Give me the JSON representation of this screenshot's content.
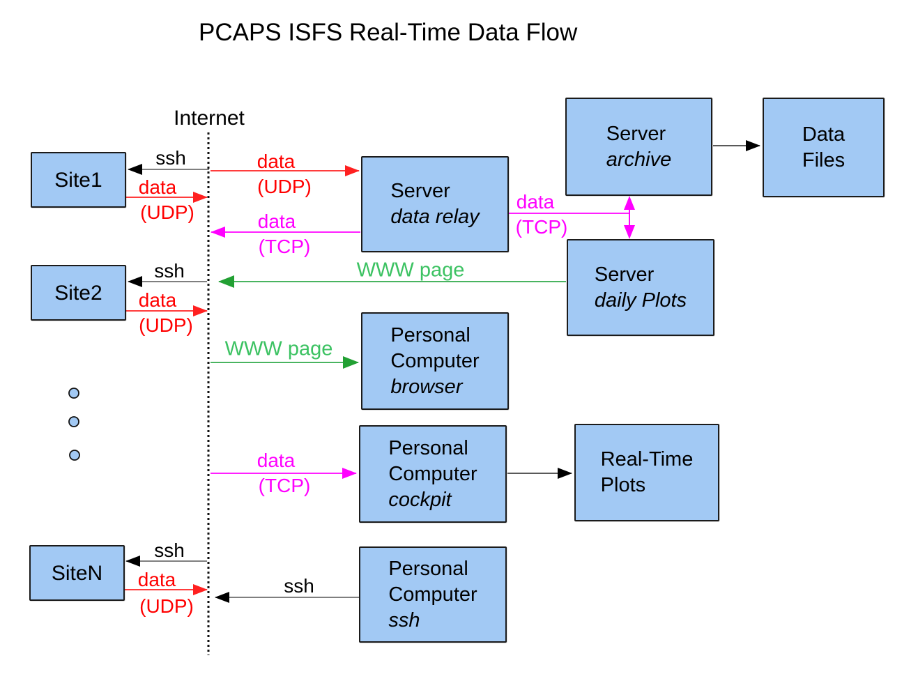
{
  "title": "PCAPS ISFS Real-Time Data Flow",
  "internet": {
    "label": "Internet"
  },
  "nodes": {
    "site1": {
      "line1": "Site1"
    },
    "site2": {
      "line1": "Site2"
    },
    "siteN": {
      "line1": "SiteN"
    },
    "server_data_relay": {
      "line1": "Server",
      "line2": "data relay"
    },
    "server_archive": {
      "line1": "Server",
      "line2": "archive"
    },
    "data_files": {
      "line1": "Data",
      "line2": "Files"
    },
    "server_daily_plots": {
      "line1": "Server",
      "line2": "daily Plots"
    },
    "pc_browser": {
      "line1": "Personal",
      "line2": "Computer",
      "line3": "browser"
    },
    "pc_cockpit": {
      "line1": "Personal",
      "line2": "Computer",
      "line3": "cockpit"
    },
    "real_time_plots": {
      "line1": "Real-Time",
      "line2": "Plots"
    },
    "pc_ssh": {
      "line1": "Personal",
      "line2": "Computer",
      "line3": "ssh"
    }
  },
  "edges": {
    "ssh_to_site1": {
      "label": "ssh"
    },
    "udp_from_site1": {
      "label": "data",
      "label2": "(UDP)"
    },
    "udp_to_relay": {
      "label": "data",
      "label2": "(UDP)"
    },
    "tcp_from_relay": {
      "label": "data",
      "label2": "(TCP)"
    },
    "tcp_relay_archive": {
      "label": "data",
      "label2": "(TCP)"
    },
    "www_to_site2": {
      "label": "WWW page"
    },
    "ssh_to_site2": {
      "label": "ssh"
    },
    "udp_from_site2": {
      "label": "data",
      "label2": "(UDP)"
    },
    "www_to_browser": {
      "label": "WWW page"
    },
    "tcp_to_cockpit": {
      "label": "data",
      "label2": "(TCP)"
    },
    "ssh_to_siteN": {
      "label": "ssh"
    },
    "udp_from_siteN": {
      "label": "data",
      "label2": "(UDP)"
    },
    "ssh_from_pc_ssh": {
      "label": "ssh"
    }
  },
  "colors": {
    "box_fill": "#a2c9f4",
    "box_border": "#1b1b1b",
    "red": "#ff0000",
    "magenta": "#ff00ff",
    "green_text": "#3cc262",
    "green_line": "#2fa94a",
    "ssh_line": "#555555",
    "arrow_black": "#000000"
  },
  "ellipsis_dot_count": 3
}
